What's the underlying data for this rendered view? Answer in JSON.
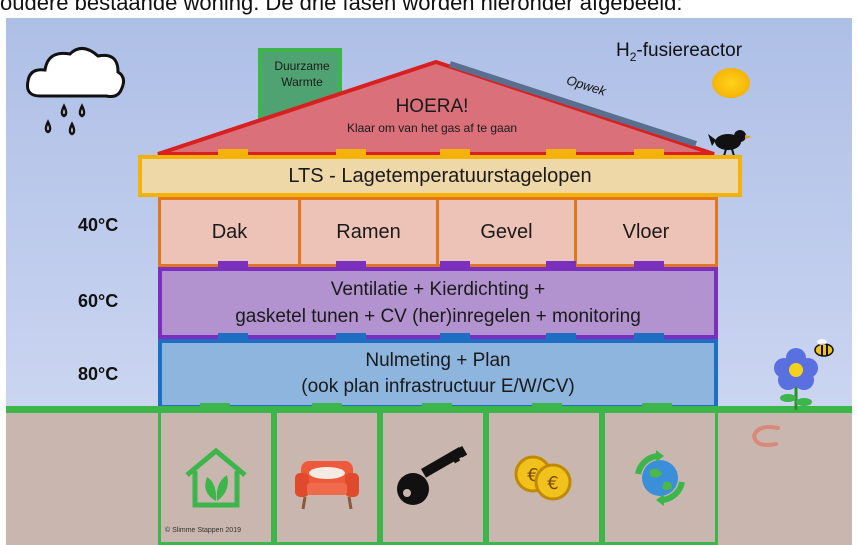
{
  "caption": "oudere bestaande woning. De drie fasen worden hieronder afgebeeld:",
  "roof": {
    "title": "HOERA!",
    "subtitle": "Klaar om van het gas af te gaan",
    "solar_label": "Opwek"
  },
  "chimney_label": "Duurzame Warmte",
  "reactor_label_prefix": "H",
  "reactor_label_sub": "2",
  "reactor_label_suffix": "-fusiereactor",
  "lts_band": "LTS - Lagetemperatuurstagelopen",
  "temperatures": [
    "40°C",
    "60°C",
    "80°C"
  ],
  "insulation_cells": [
    "Dak",
    "Ramen",
    "Gevel",
    "Vloer"
  ],
  "ventilation_band": {
    "line1": "Ventilatie + Kierdichting +",
    "line2": "gasketel tunen + CV (her)inregelen + monitoring"
  },
  "measurement_band": {
    "line1": "Nulmeting + Plan",
    "line2": "(ook plan infrastructuur E/W/CV)"
  },
  "foundation_icons": [
    "green-house-icon",
    "armchair-icon",
    "key-icon",
    "euro-coins-icon",
    "recycling-globe-icon"
  ],
  "copyright": "© Slimme Stappen 2019",
  "colors": {
    "roof": "#d9707a",
    "roof_border": "#d92020",
    "lts": "#efd8a8",
    "lts_border": "#f5b20a",
    "insulation_border": "#e2761e",
    "ventilation": "#b393cf",
    "ventilation_border": "#7b2fbf",
    "measurement": "#8db5de",
    "measurement_border": "#1e6fc4",
    "foundation_border": "#3cb54a",
    "sky": "#b7c5ea"
  }
}
